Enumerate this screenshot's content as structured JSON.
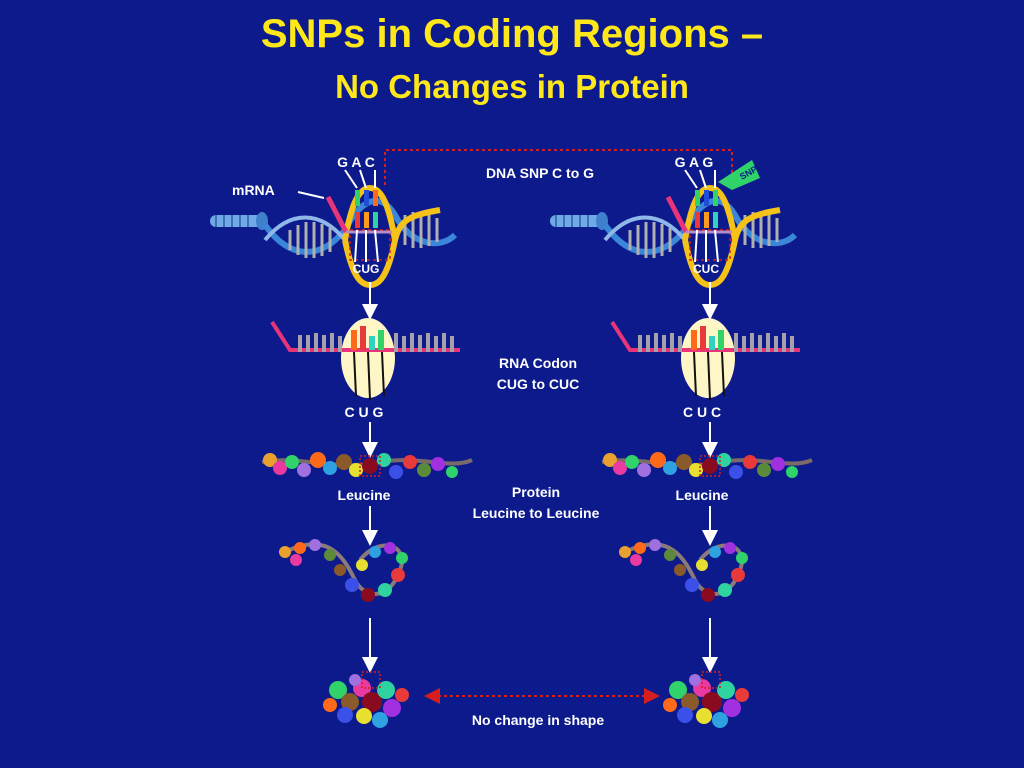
{
  "title": "SNPs in Coding Regions –",
  "subtitle": "No Changes in Protein",
  "labels": {
    "mrna": "mRNA",
    "dna_snp": "DNA SNP C to G",
    "rna_codon_line1": "RNA Codon",
    "rna_codon_line2": "CUG to CUC",
    "protein_line1": "Protein",
    "protein_line2": "Leucine to Leucine",
    "no_change": "No change in shape",
    "snp_tag": "SNP"
  },
  "left": {
    "dna_codon": "G A C",
    "mrna_codon": "CUG",
    "rna_codon": "C U G",
    "amino_acid": "Leucine"
  },
  "right": {
    "dna_codon": "G A G",
    "mrna_codon": "CUC",
    "rna_codon": "C U C",
    "amino_acid": "Leucine"
  },
  "colors": {
    "background": "#0c1a8c",
    "title": "#ffe81a",
    "helix_yellow": "#f5c21a",
    "helix_blue": "#3a86d8",
    "mrna_pink": "#e8357a",
    "dashed_red": "#d41f1f",
    "ribosome": "#fff6c8",
    "snp_green": "#2fd36a"
  }
}
